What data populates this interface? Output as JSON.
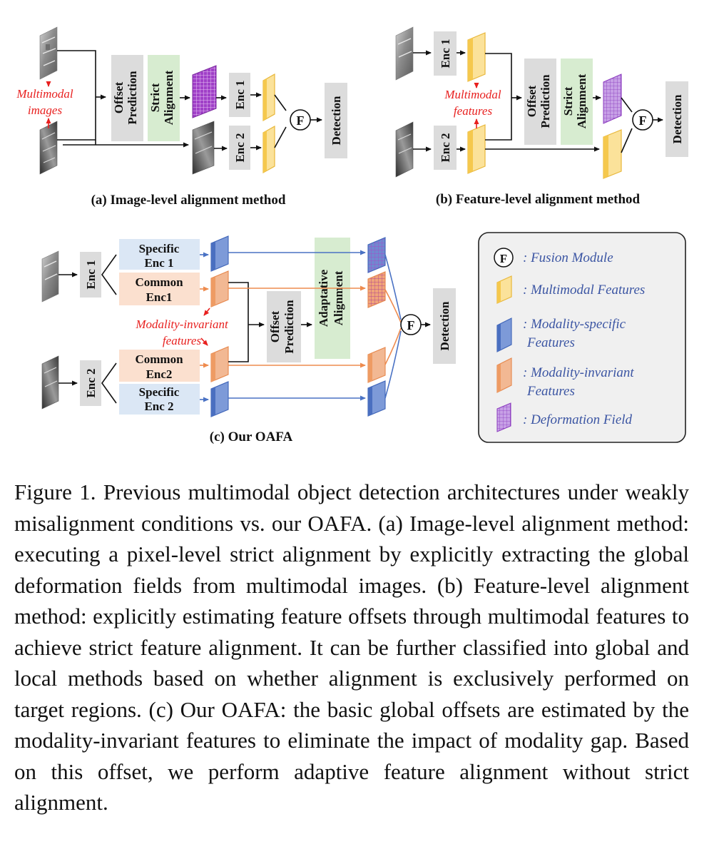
{
  "panel_a": {
    "label_l1": "Multimodal",
    "label_l2": "images",
    "offset_l1": "Offset",
    "offset_l2": "Prediction",
    "strict_l1": "Strict",
    "strict_l2": "Alignment",
    "enc1": "Enc 1",
    "enc2": "Enc 2",
    "fusion": "F",
    "detection": "Detection",
    "caption": "(a) Image-level alignment method"
  },
  "panel_b": {
    "enc1": "Enc 1",
    "enc2": "Enc 2",
    "label_l1": "Multimodal",
    "label_l2": "features",
    "offset_l1": "Offset",
    "offset_l2": "Prediction",
    "strict_l1": "Strict",
    "strict_l2": "Alignment",
    "fusion": "F",
    "detection": "Detection",
    "caption": "(b) Feature-level alignment method"
  },
  "panel_c": {
    "enc1": "Enc 1",
    "enc2": "Enc 2",
    "specific1_l1": "Specific",
    "specific1_l2": "Enc 1",
    "common1_l1": "Common",
    "common1_l2": "Enc1",
    "common2_l1": "Common",
    "common2_l2": "Enc2",
    "specific2_l1": "Specific",
    "specific2_l2": "Enc 2",
    "invariant_l1": "Modality-invariant",
    "invariant_l2": "features",
    "offset_l1": "Offset",
    "offset_l2": "Prediction",
    "adaptive_l1": "Adaptative",
    "adaptive_l2": "Alignment",
    "fusion": "F",
    "detection": "Detection",
    "caption": "(c) Our OAFA"
  },
  "legend": {
    "fusion_symbol": "F",
    "fusion": ": Fusion Module",
    "multimodal": ": Multimodal Features",
    "specific_l1": ": Modality-specific",
    "specific_l2": "Features",
    "invariant_l1": ": Modality-invariant",
    "invariant_l2": "Features",
    "deformation": ": Deformation Field"
  },
  "caption": "Figure 1. Previous multimodal object detection architectures under weakly misalignment conditions vs. our OAFA. (a) Image-level alignment method: executing a pixel-level strict alignment by explicitly extracting the global deformation fields from multimodal images. (b) Feature-level alignment method: explicitly estimating feature offsets through multimodal features to achieve strict feature alignment. It can be further classified into global and local methods based on whether alignment is exclusively performed on target regions. (c) Our OAFA: the basic global offsets are estimated by the modality-invariant features to eliminate the impact of modality gap. Based on this offset, we perform adaptive feature alignment without strict alignment.",
  "colors": {
    "red_label": "#e8201f",
    "gray_box": "#dcdcdc",
    "green_box": "#d7ecd0",
    "blue_box": "#dbe7f5",
    "orange_box": "#fbe0cf",
    "yellow_feature": "#fbe29a",
    "blue_feature": "#6e8fcf",
    "orange_feature": "#f2b893",
    "purple_field": "#b45ad3",
    "legend_text": "#3b55a3"
  }
}
